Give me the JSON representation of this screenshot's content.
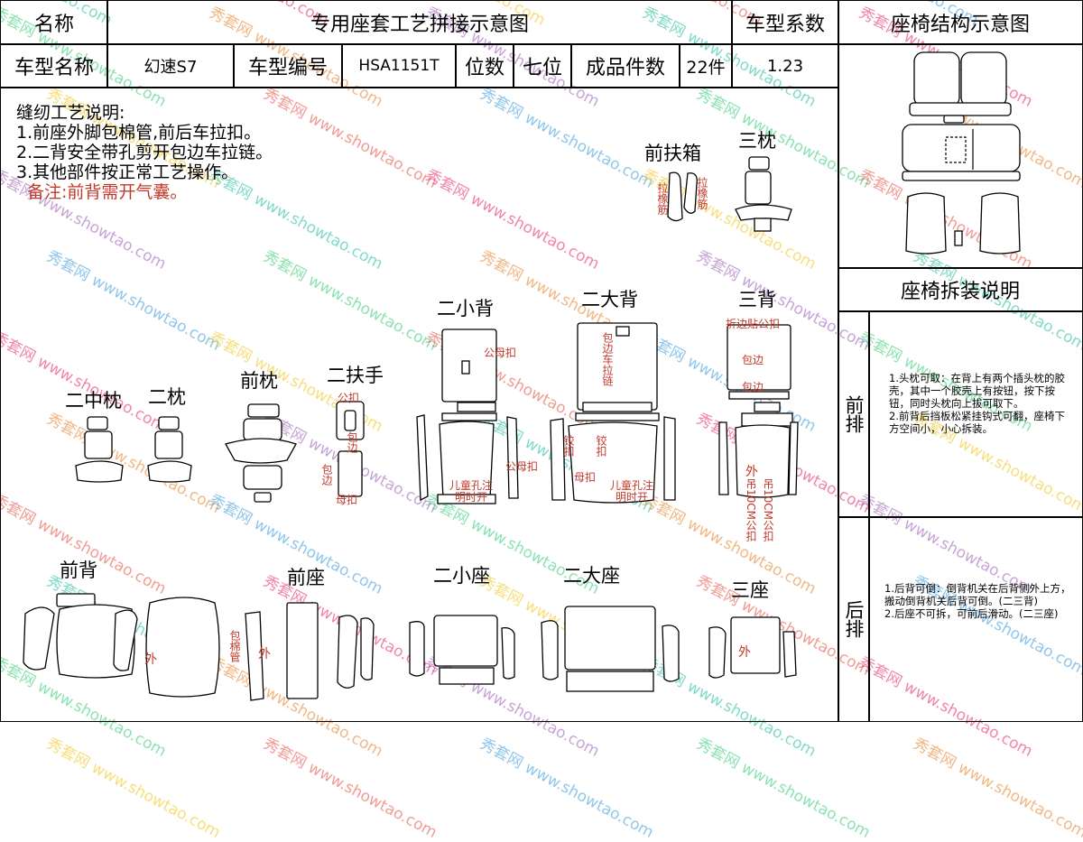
{
  "header": {
    "name_label": "名称",
    "title": "专用座套工艺拼接示意图",
    "coef_label": "车型系数",
    "struct_title": "座椅结构示意图"
  },
  "info": {
    "model_name_label": "车型名称",
    "model_name": "幻速S7",
    "model_code_label": "车型编号",
    "model_code": "HSA1151T",
    "seats_label": "位数",
    "seats": "七位",
    "pieces_label": "成品件数",
    "pieces": "22件",
    "coef": "1.23"
  },
  "notes": {
    "heading": "缝纫工艺说明:",
    "items": [
      "1.前座外脚包棉管,前后车拉扣。",
      "2.二背安全带孔剪开包边车拉链。",
      "3.其他部件按正常工艺操作。"
    ],
    "remark": "备注:前背需开气囊。"
  },
  "parts": {
    "front_box": "前扶箱",
    "third_pillow": "三枕",
    "second_small_back": "二小背",
    "second_big_back": "二大背",
    "third_back": "三背",
    "second_mid_pillow": "二中枕",
    "second_pillow": "二枕",
    "front_pillow": "前枕",
    "second_armrest": "二扶手",
    "front_back": "前背",
    "front_seat": "前座",
    "second_small_seat": "二小座",
    "second_big_seat": "二大座",
    "third_seat": "三座"
  },
  "annotations": {
    "pull_elastic_left": "拉橡筋",
    "pull_elastic_right": "拉橡筋",
    "male_female_clip": "公母扣",
    "child_hole": "儿童孔注明时开",
    "edge_zipper": "包边车拉链",
    "hinge_clip": "铰扣",
    "mother_clip": "母扣",
    "fold_edge": "折边贴公扣",
    "edge": "包边",
    "male_clip": "公扣",
    "outer": "外",
    "hang_clip": "吊10CM公扣",
    "cotton_edge": "包棉管"
  },
  "right_panel": {
    "disassembly_title": "座椅拆装说明",
    "front_row_label": "前排",
    "front_row_text": "1.头枕可取：在背上有两个插头枕的胶壳，其中一个胶壳上有按钮，按下按钮，同时头枕向上拔可取下。\n2.前背后挡板松紧挂钩式可翻，座椅下方空间小，小心拆装。",
    "rear_row_label": "后排",
    "rear_row_text": "1.后背可倒：倒背机关在后背侧外上方，搬动倒背机关后背可倒。(二三背)\n2.后座不可拆，可前后滑动。(二三座)"
  },
  "watermark": {
    "cn": "秀套网",
    "url": "www.showtao.com",
    "colors": [
      "#e74c3c",
      "#3498db",
      "#2ecc71",
      "#e67e22",
      "#9b59b6",
      "#1abc9c",
      "#e91e63",
      "#f1c40f"
    ]
  }
}
